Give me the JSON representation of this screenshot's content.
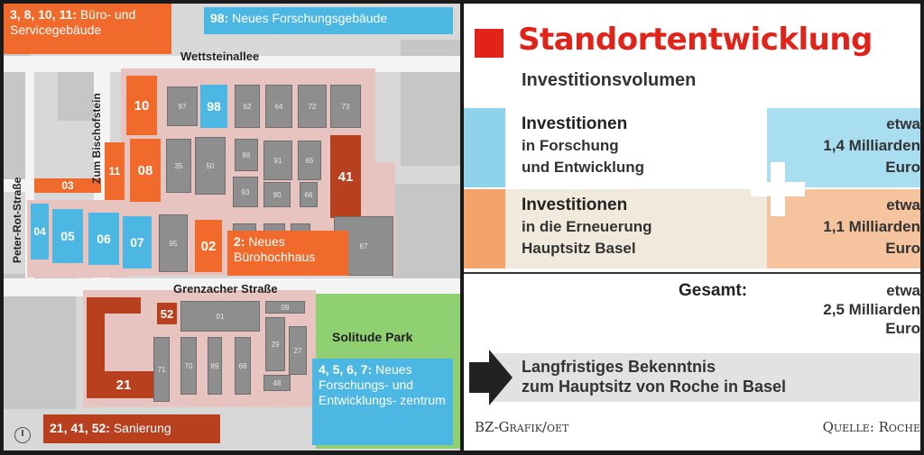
{
  "map": {
    "streets": {
      "wettsteinallee": "Wettsteinallee",
      "zum_bischofstein": "Zum Bischofstein",
      "peter_rot_strasse": "Peter-Rot-Straße",
      "grenzacher_strasse": "Grenzacher Straße",
      "solitude_park": "Solitude Park"
    },
    "buildings": {
      "b97": "97",
      "b98": "98",
      "b62": "62",
      "b64": "64",
      "b72": "72",
      "b73": "73",
      "b10": "10",
      "b11": "11",
      "b08": "08",
      "b35": "35",
      "b50": "50",
      "b86": "86",
      "b91": "91",
      "b65": "65",
      "b41": "41",
      "b93": "93",
      "b90": "90",
      "b66": "66",
      "b03": "03",
      "b04": "04",
      "b05": "05",
      "b06": "06",
      "b07": "07",
      "b95": "95",
      "b02": "02",
      "b67": "67",
      "b52": "52",
      "b01": "01",
      "b09": "09",
      "b29": "29",
      "b27": "27",
      "b71": "71",
      "b70": "70",
      "b69": "69",
      "b68": "68",
      "b48": "48",
      "b21": "21"
    },
    "callouts": {
      "service_bold": "3, 8, 10, 11:",
      "service_text": " Büro- und Servicegebäude",
      "research_bold": "98:",
      "research_text": " Neues Forschungsgebäude",
      "office_bold": "2:",
      "office_text": " Neues Bürohochhaus",
      "rd_bold": "4, 5, 6, 7:",
      "rd_text": " Neues Forschungs- und Entwicklungs- zentrum",
      "renov_bold": "21, 41, 52:",
      "renov_text": " Sanierung"
    }
  },
  "panel": {
    "title": "Standortentwicklung",
    "subtitle": "Investitionsvolumen",
    "rows": [
      {
        "heading": "Investitionen",
        "line2": "in Forschung",
        "line3": "und Entwicklung",
        "val1": "etwa",
        "val2": "1,4 Milliarden",
        "val3": "Euro"
      },
      {
        "heading": "Investitionen",
        "line2": "in die Erneuerung",
        "line3": "Hauptsitz Basel",
        "val1": "etwa",
        "val2": "1,1 Milliarden",
        "val3": "Euro"
      }
    ],
    "total": {
      "label": "Gesamt:",
      "val1": "etwa",
      "val2": "2,5 Milliarden",
      "val3": "Euro"
    },
    "commitment": {
      "line1": "Langfristiges Bekenntnis",
      "line2": "zum Hauptsitz von Roche in Basel"
    },
    "credit_left": "BZ-Grafik/oet",
    "credit_right": "Quelle: Roche"
  },
  "colors": {
    "accent_red": "#e2231a",
    "orange": "#ef6a2b",
    "blue": "#4cb7e2",
    "dark_red": "#b8401f",
    "park_green": "#8fd072",
    "row1_accent": "#8fd3ea",
    "row1_right": "#a9def0",
    "row2_accent": "#f4a36a",
    "row2_mid": "#f0e9dc",
    "row2_right": "#f5c49e"
  }
}
